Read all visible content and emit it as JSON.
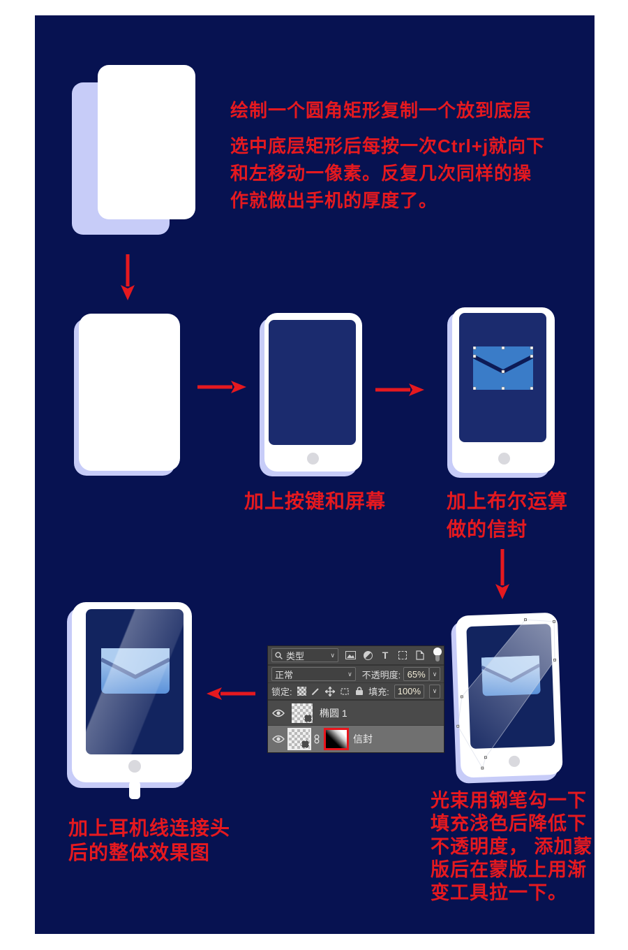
{
  "colors": {
    "page_bg": "#ffffff",
    "canvas_bg": "#071251",
    "accent_red": "#e5191f",
    "lavender_shadow": "#c7ccf8",
    "phone_white": "#ffffff",
    "screen_blue": "#1b2b6e",
    "screen_dark_blue": "#12245f",
    "envelope_blue": "#3a7cc8",
    "envelope_light_blue": "#a9c9ee",
    "envelope_flap_dark": "#0d1b56",
    "home_button_gray": "#d9d9de",
    "panel_bg": "#464646",
    "panel_selected_row": "#707070",
    "mask_border_red": "#e8151c"
  },
  "intro": {
    "line1": "绘制一个圆角矩形复制一个放到底层",
    "lines": [
      "选中底层矩形后每按一次Ctrl+j就向下",
      "和左移动一像素。反复几次同样的操",
      "作就做出手机的厚度了。"
    ]
  },
  "captions": {
    "screen_button": "加上按键和屏幕",
    "boolean_envelope": [
      "加上布尔运算",
      "做的信封"
    ],
    "gloss_note": [
      "光束用钢笔勾一下",
      "填充浅色后降低下",
      "不透明度， 添加蒙",
      "版后在蒙版上用渐",
      "变工具拉一下。"
    ],
    "final_result": [
      "加上耳机线连接头",
      "后的整体效果图"
    ]
  },
  "layers_panel": {
    "filter_type_label": "类型",
    "blend_mode_value": "正常",
    "opacity_label": "不透明度:",
    "opacity_value": "65%",
    "lock_label": "锁定:",
    "fill_label": "填充:",
    "fill_value": "100%",
    "layers": [
      {
        "name": "椭圆 1"
      },
      {
        "name": "信封"
      }
    ]
  },
  "icons": {
    "chevron_down": "∨",
    "type_letter": "T"
  }
}
